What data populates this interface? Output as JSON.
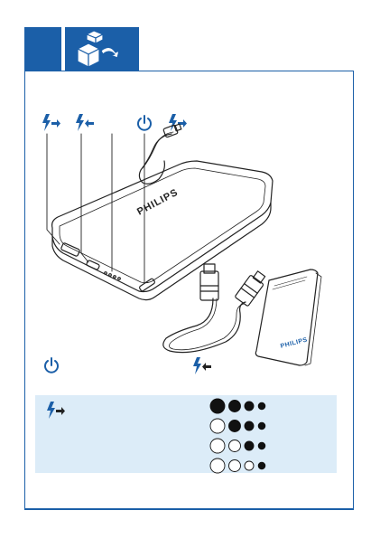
{
  "brand": {
    "device_label": "PHILIPS",
    "manual_label": "PHILIPS"
  },
  "colors": {
    "accent_blue": "#1b5fa8",
    "panel_bg": "#dcecf8",
    "line": "#222222"
  },
  "icons": {
    "header_tab_1": "blank-tab",
    "header_tab_2": "box-unpack-icon",
    "top_row": [
      "usb-output-icon",
      "usb-input-icon",
      "led-indicator-line",
      "power-icon",
      "cable-output-icon"
    ],
    "legend_left": "power-icon",
    "legend_right": "usb-input-icon",
    "panel_icon": "usb-output-icon"
  },
  "battery_indicator": {
    "rows": [
      {
        "lit": 4,
        "total": 4
      },
      {
        "lit": 3,
        "total": 4
      },
      {
        "lit": 2,
        "total": 4
      },
      {
        "lit": 1,
        "total": 4
      }
    ]
  }
}
